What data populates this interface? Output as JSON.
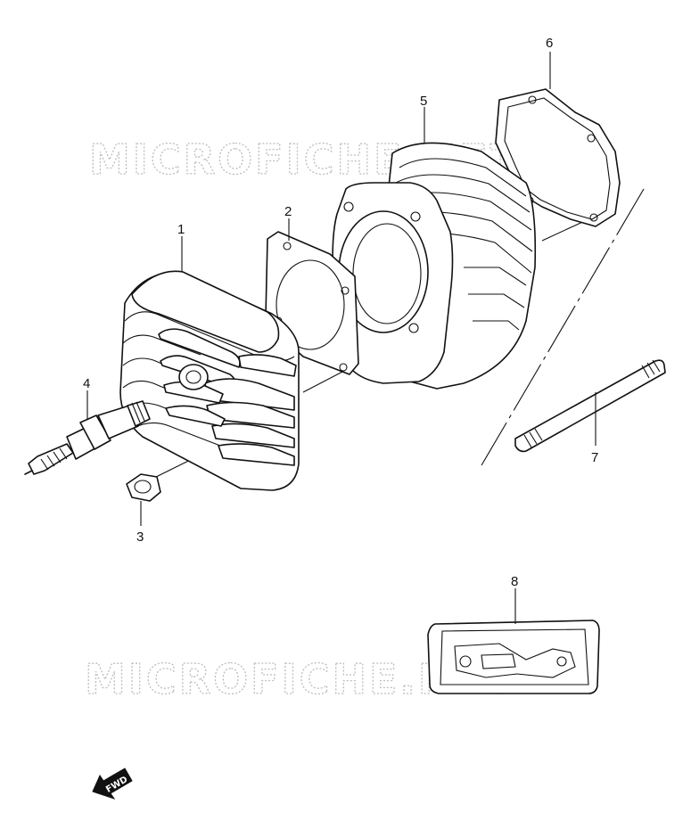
{
  "watermark": {
    "text": "MICROFICHE.NET"
  },
  "callouts": [
    {
      "id": "1",
      "label": "1",
      "part": "cylinder-head"
    },
    {
      "id": "2",
      "label": "2",
      "part": "head-gasket"
    },
    {
      "id": "3",
      "label": "3",
      "part": "nut"
    },
    {
      "id": "4",
      "label": "4",
      "part": "spark-plug"
    },
    {
      "id": "5",
      "label": "5",
      "part": "cylinder"
    },
    {
      "id": "6",
      "label": "6",
      "part": "base-gasket"
    },
    {
      "id": "7",
      "label": "7",
      "part": "stud"
    },
    {
      "id": "8",
      "label": "8",
      "part": "gasket-set"
    }
  ],
  "fwd": {
    "label": "FWD",
    "icon": "fwd-arrow-icon"
  }
}
